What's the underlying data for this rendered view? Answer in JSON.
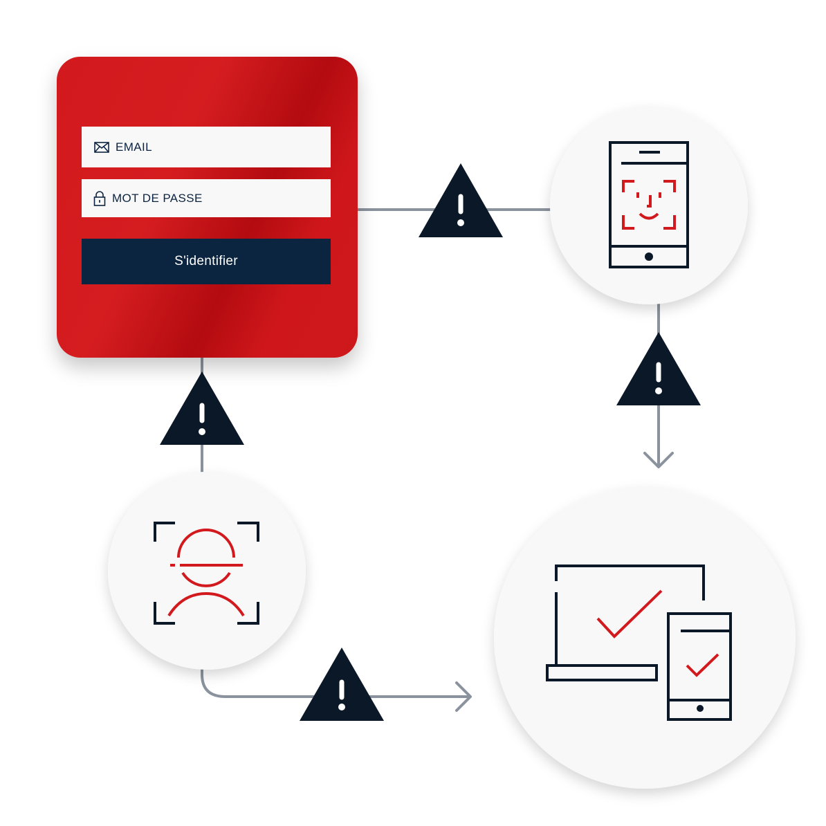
{
  "login_form": {
    "email_label": "EMAIL",
    "password_label": "MOT DE PASSE",
    "submit_label": "S'identifier"
  },
  "colors": {
    "brand_red": "#d2191d",
    "navy": "#0b2440",
    "connector_gray": "#8a929d",
    "circle_fill": "#f8f8f8",
    "field_fill": "#f8f8f8"
  },
  "nodes": [
    {
      "id": "login-form",
      "icon": "login-form"
    },
    {
      "id": "mobile-face-recognition",
      "icon": "phone-face-scan-icon"
    },
    {
      "id": "face-scan",
      "icon": "face-scan-icon"
    },
    {
      "id": "verified-devices",
      "icon": "laptop-phone-check-icon"
    }
  ],
  "connectors": [
    {
      "from": "login-form",
      "to": "mobile-face-recognition",
      "warning": true,
      "arrow": false
    },
    {
      "from": "mobile-face-recognition",
      "to": "verified-devices",
      "warning": true,
      "arrow": true
    },
    {
      "from": "face-scan",
      "to": "login-form",
      "warning": true,
      "arrow": false
    },
    {
      "from": "face-scan",
      "to": "verified-devices",
      "warning": true,
      "arrow": true
    }
  ],
  "warning_icon": "warning-triangle-icon"
}
